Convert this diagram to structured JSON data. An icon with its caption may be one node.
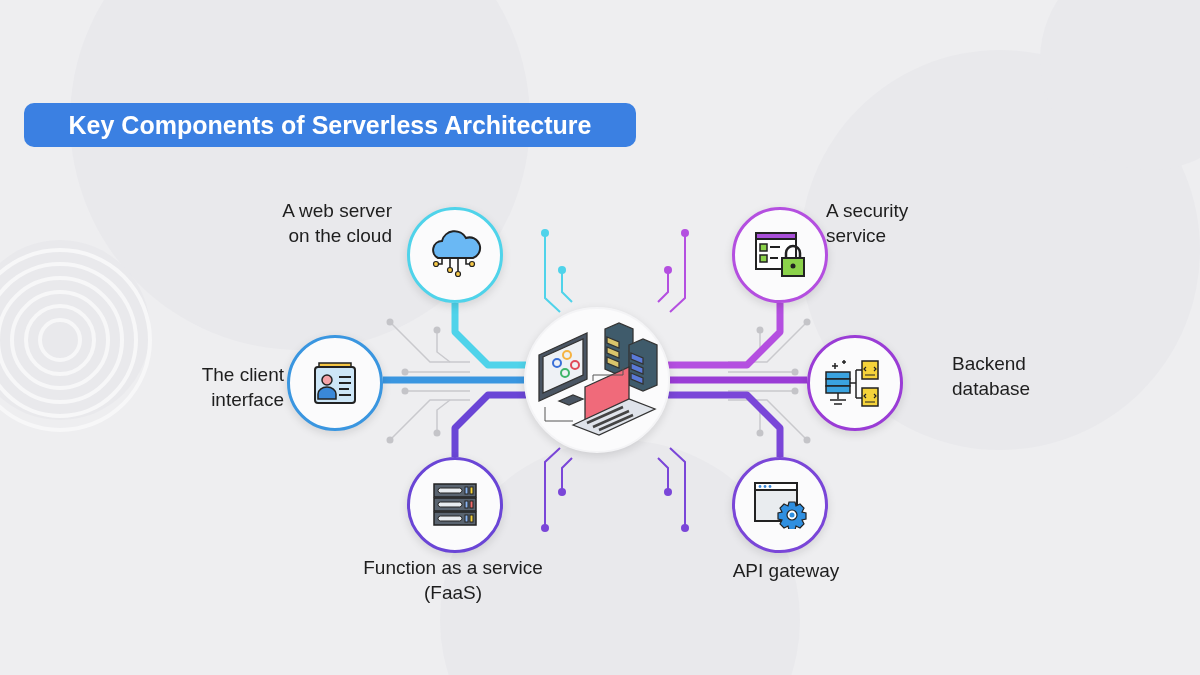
{
  "diagram": {
    "title": "Key Components of Serverless Architecture",
    "nodes": [
      {
        "text": [
          "A web server on the cloud"
        ]
      },
      {
        "text": [
          "A security service"
        ]
      },
      {
        "text": [
          "The client interface"
        ]
      },
      {
        "text": [],
        "shape": "picture"
      },
      {
        "text": [
          "Backend database"
        ]
      },
      {
        "text": [
          "Function as a service (FaaS)"
        ]
      },
      {
        "text": [
          "API gateway"
        ]
      }
    ],
    "edges": [
      {
        "from": 0,
        "to": 3,
        "arrow": "none",
        "color": "#4fd3ea"
      },
      {
        "from": 1,
        "to": 3,
        "arrow": "none",
        "color": "#b44fe0"
      },
      {
        "from": 2,
        "to": 3,
        "arrow": "none",
        "color": "#3a96e0"
      },
      {
        "from": 4,
        "to": 3,
        "arrow": "none",
        "color": "#9a3cd6"
      },
      {
        "from": 5,
        "to": 3,
        "arrow": "none",
        "color": "#6a45d6"
      },
      {
        "from": 6,
        "to": 3,
        "arrow": "none",
        "color": "#7a46d8"
      }
    ]
  }
}
